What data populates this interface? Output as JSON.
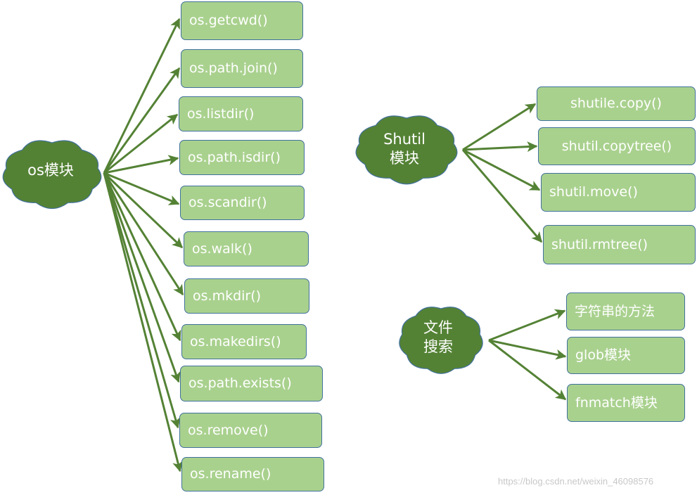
{
  "colors": {
    "cloud_fill": "#548235",
    "cloud_stroke": "#41719c",
    "box_fill": "#a9d18e",
    "box_border": "#41719c",
    "arrow": "#548235",
    "text": "#ffffff"
  },
  "groups": [
    {
      "id": "os",
      "cloud_label": [
        "os模块"
      ],
      "items": [
        "os.getcwd()",
        "os.path.join()",
        "os.listdir()",
        "os.path.isdir()",
        "os.scandir()",
        "os.walk()",
        "os.mkdir()",
        "os.makedirs()",
        "os.path.exists()",
        "os.remove()",
        "os.rename()"
      ]
    },
    {
      "id": "shutil",
      "cloud_label": [
        "Shutil",
        "模块"
      ],
      "items": [
        "shutile.copy()",
        "shutil.copytree()",
        "shutil.move()",
        "shutil.rmtree()"
      ]
    },
    {
      "id": "file-search",
      "cloud_label": [
        "文件",
        "搜索"
      ],
      "items": [
        "字符串的方法",
        "glob模块",
        "fnmatch模块"
      ]
    }
  ],
  "watermark": "https://blog.csdn.net/weixin_46098576"
}
